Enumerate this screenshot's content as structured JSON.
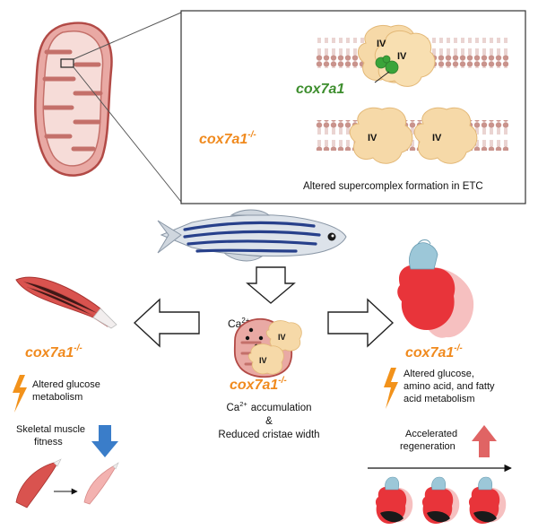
{
  "colors": {
    "gene_green": "#3e8e2e",
    "gene_orange": "#f08a1e",
    "mito_fill": "#e9a9a4",
    "mito_stroke": "#b24a46",
    "complex_fill": "#f6d9a8",
    "muscle_red": "#d9534f",
    "heart_red": "#e8343a",
    "arrow_blue": "#3a7dc9",
    "arrow_red": "#e06464",
    "bolt_orange": "#f2921b"
  },
  "labels": {
    "complex_iv": "IV",
    "gene_wt": "cox7a1",
    "gene_ko": "cox7a1",
    "ko_suffix": "-/-",
    "panel_caption": "Altered supercomplex formation in ETC",
    "ca_ion": "Ca",
    "ca_charge": "2+",
    "center_line1_tail": "accumulation",
    "center_line2": "&",
    "center_line3": "Reduced cristae width",
    "left_metab_1": "Altered glucose",
    "left_metab_2": "metabolism",
    "left_fitness_1": "Skeletal muscle",
    "left_fitness_2": "fitness",
    "right_metab_1": "Altered glucose,",
    "right_metab_2": "amino acid, and fatty",
    "right_metab_3": "acid metabolism",
    "right_regen_1": "Accelerated",
    "right_regen_2": "regeneration"
  },
  "icons": [
    "mitochondrion-icon",
    "zebrafish-icon",
    "muscle-icon",
    "heart-icon",
    "lightning-icon",
    "arrow-down-icon",
    "arrow-up-icon",
    "timeline-arrow-icon"
  ]
}
